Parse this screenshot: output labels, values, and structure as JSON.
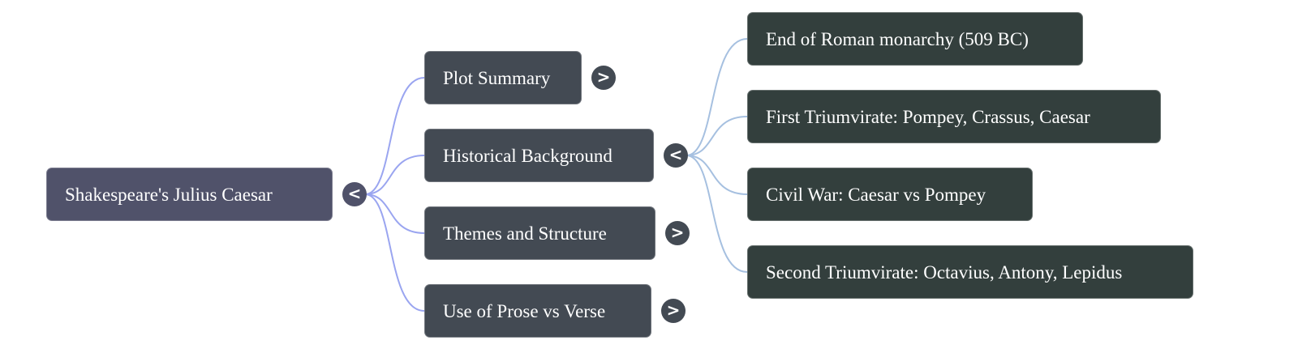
{
  "colors": {
    "root_fill": "#50526a",
    "level1_fill": "#434a53",
    "level2_fill": "#333f3d",
    "root_link": "#9aa5f0",
    "level1_link": "#a6c0e0",
    "text": "#ffffff"
  },
  "root": {
    "label": "Shakespeare's Julius Caesar",
    "toggle": "<",
    "expanded": true
  },
  "children": [
    {
      "label": "Plot Summary",
      "toggle": ">",
      "expanded": false
    },
    {
      "label": "Historical Background",
      "toggle": "<",
      "expanded": true,
      "children": [
        {
          "label": "End of Roman monarchy (509 BC)"
        },
        {
          "label": "First Triumvirate: Pompey, Crassus, Caesar"
        },
        {
          "label": "Civil War: Caesar vs Pompey"
        },
        {
          "label": "Second Triumvirate: Octavius, Antony, Lepidus"
        }
      ]
    },
    {
      "label": "Themes and Structure",
      "toggle": ">",
      "expanded": false
    },
    {
      "label": "Use of Prose vs Verse",
      "toggle": ">",
      "expanded": false
    }
  ]
}
